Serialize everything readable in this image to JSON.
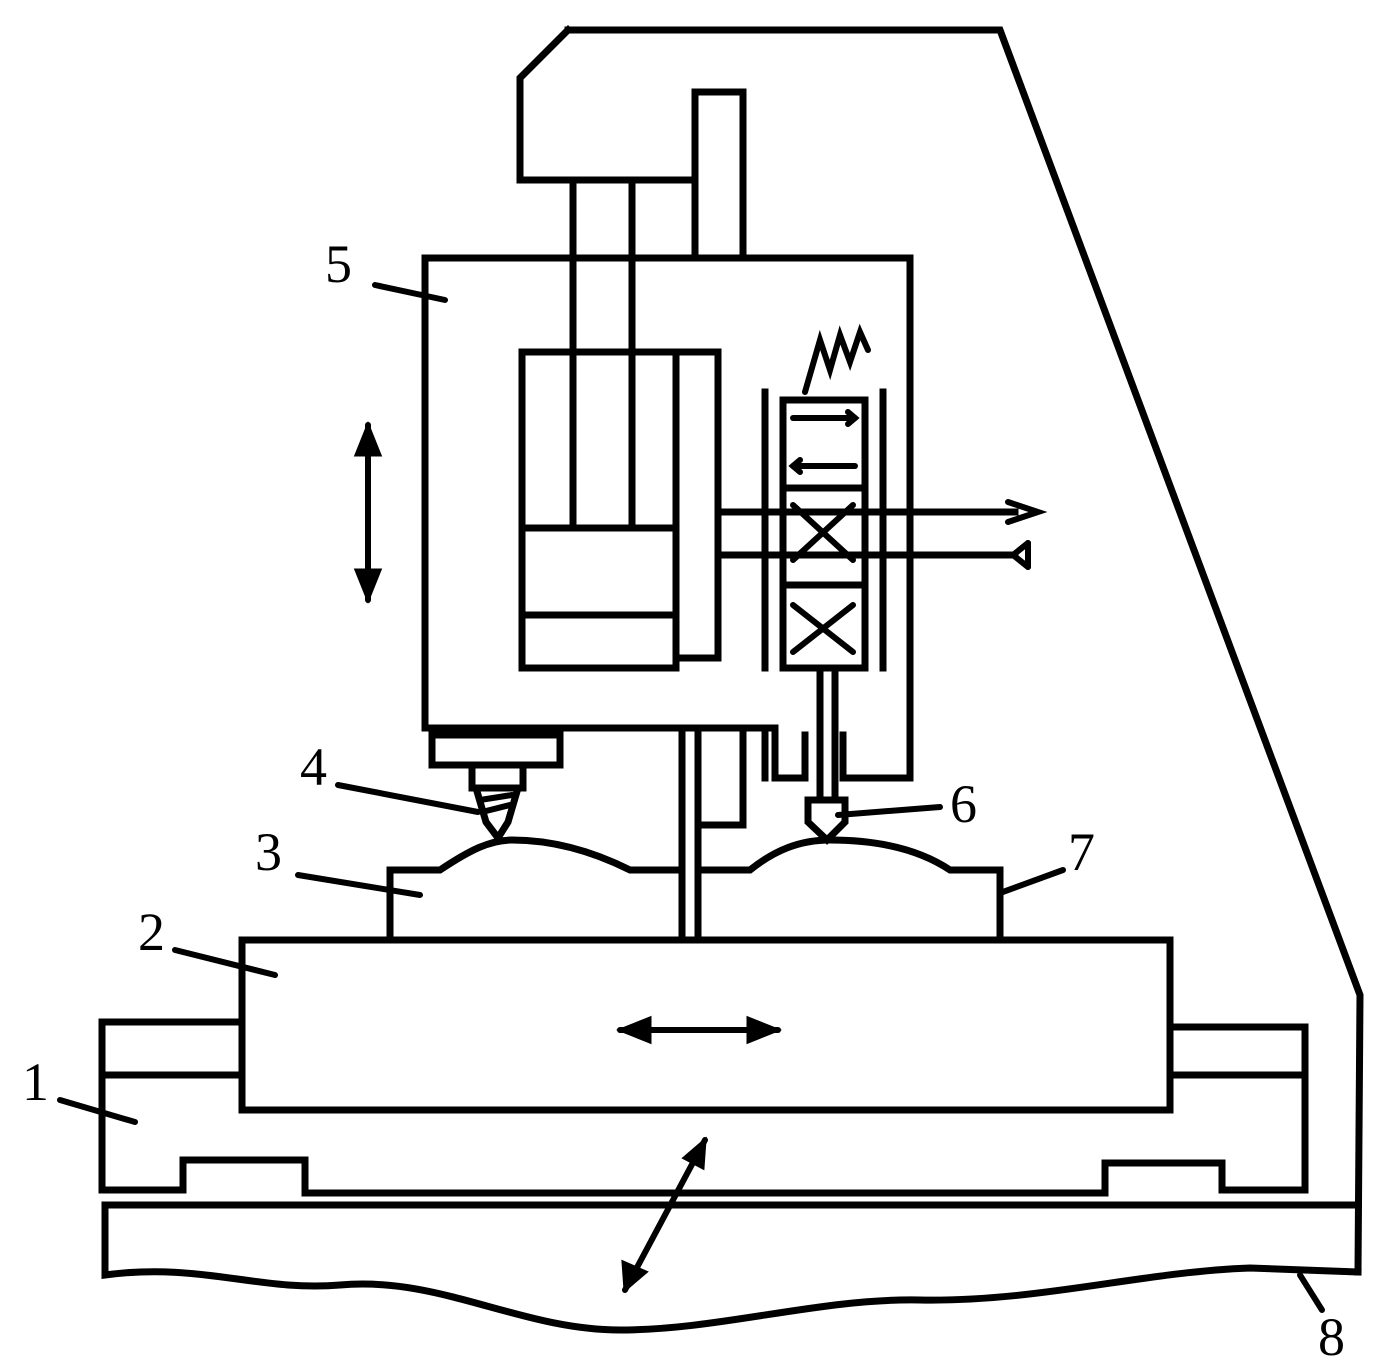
{
  "labels": {
    "n1": "1",
    "n2": "2",
    "n3": "3",
    "n4": "4",
    "n5": "5",
    "n6": "6",
    "n7": "7",
    "n8": "8"
  },
  "icons": {
    "motion_vertical": "double-arrow-vertical-icon",
    "motion_horizontal": "double-arrow-horizontal-icon",
    "motion_diagonal": "double-arrow-diagonal-icon",
    "spring": "spring-icon",
    "valve": "four-way-valve-icon"
  },
  "colors": {
    "line": "#000000",
    "background": "#ffffff"
  }
}
